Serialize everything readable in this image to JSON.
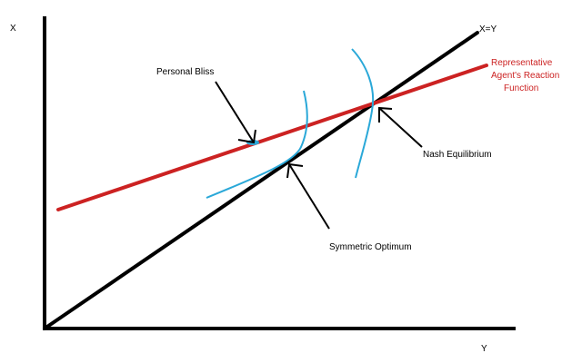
{
  "axes": {
    "y_axis_label": "X",
    "x_axis_label": "Y"
  },
  "lines": {
    "identity_label": "X=Y",
    "reaction_label_line1": "Representative",
    "reaction_label_line2": "Agent's Reaction",
    "reaction_label_line3": "Function"
  },
  "annotations": {
    "personal_bliss": "Personal Bliss",
    "nash_equilibrium": "Nash Equilibrium",
    "symmetric_optimum": "Symmetric Optimum"
  },
  "colors": {
    "axis": "#000000",
    "identity_line": "#000000",
    "reaction_line": "#cc2222",
    "reaction_label": "#cc2222",
    "indifference_curve": "#2aa8d8",
    "bliss_point": "#2aa8d8",
    "annotation_text": "#000000"
  }
}
